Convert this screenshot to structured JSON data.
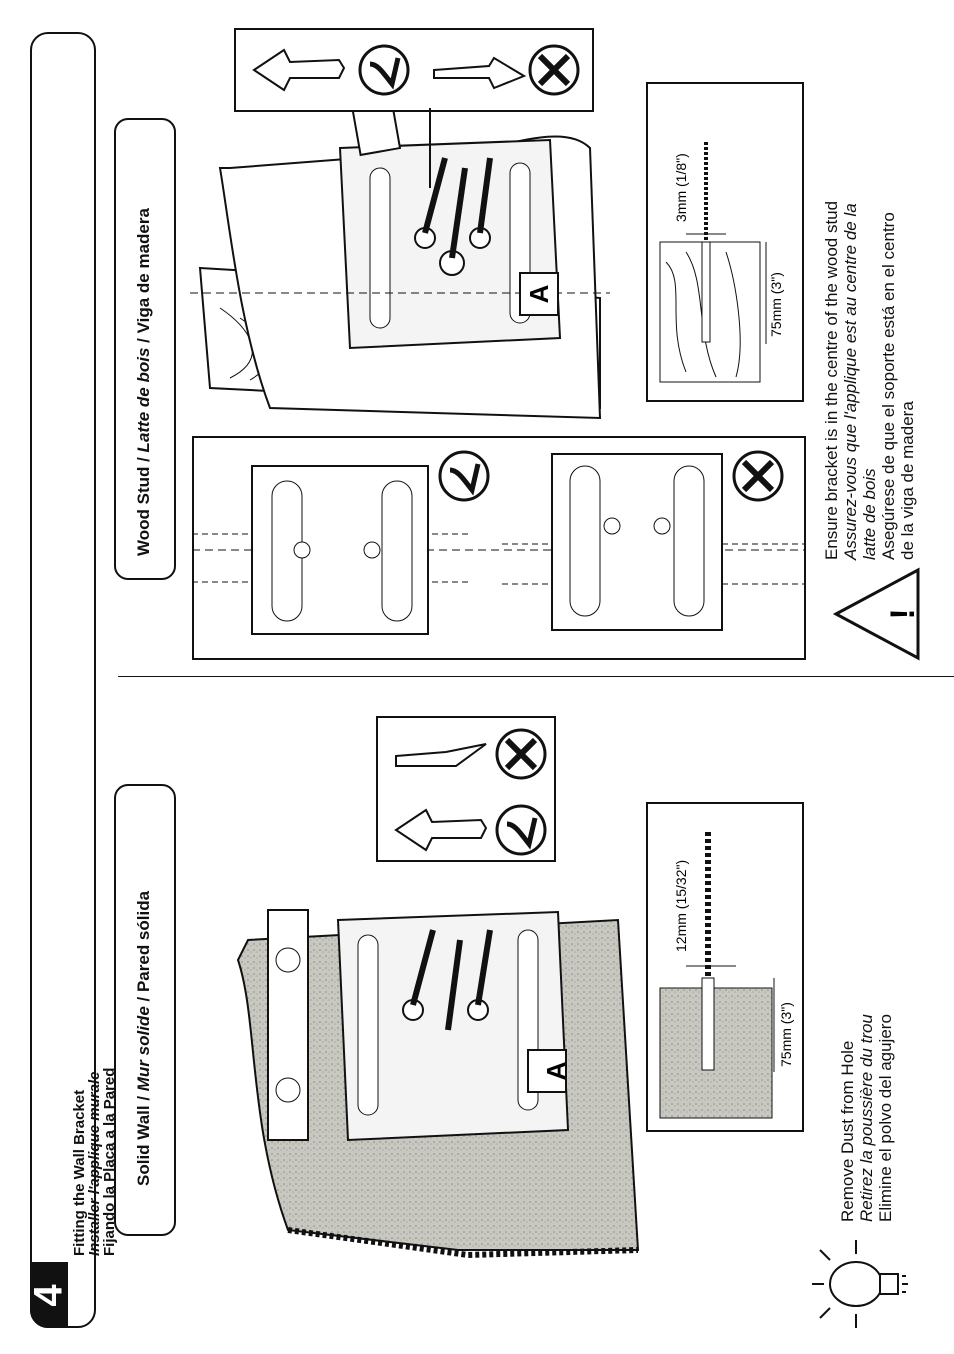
{
  "header": {
    "step_number": "4",
    "title_en": "Fitting the Wall Bracket",
    "title_fr": "Installer l'applique murale",
    "title_es": "Fijando la Placa a la Pared"
  },
  "sections": {
    "solid_wall": {
      "title_prefix": "Solid Wall / ",
      "title_fr": "Mur solide",
      "title_suffix": " / Pared sólida",
      "bracket_label": "A",
      "drill_size": "12mm (15/32\")",
      "drill_depth": "75mm (3\")",
      "tip_en": "Remove Dust from Hole",
      "tip_fr": "Retirez la poussière du trou",
      "tip_es": "Elimine el polvo del agujero"
    },
    "wood_stud": {
      "title_prefix": "Wood Stud / ",
      "title_fr": "Latte de bois",
      "title_suffix": " / Viga de madera",
      "bracket_label": "A",
      "drill_size": "3mm (1/8\")",
      "drill_depth": "75mm (3\")",
      "warning_en": "Ensure bracket is in the centre of the wood stud",
      "warning_fr_1": "Assurez-vous que l'applique est au centre de la",
      "warning_fr_2": "latte de bois",
      "warning_es_1": "Asegúrese de que el soporte está en el centro",
      "warning_es_2": "de la viga de madera",
      "warning_symbol": "!"
    }
  },
  "icons": {
    "check": "check-mark-icon",
    "cross": "cross-mark-icon",
    "warning": "warning-triangle-icon",
    "tip": "light-bulb-icon"
  }
}
